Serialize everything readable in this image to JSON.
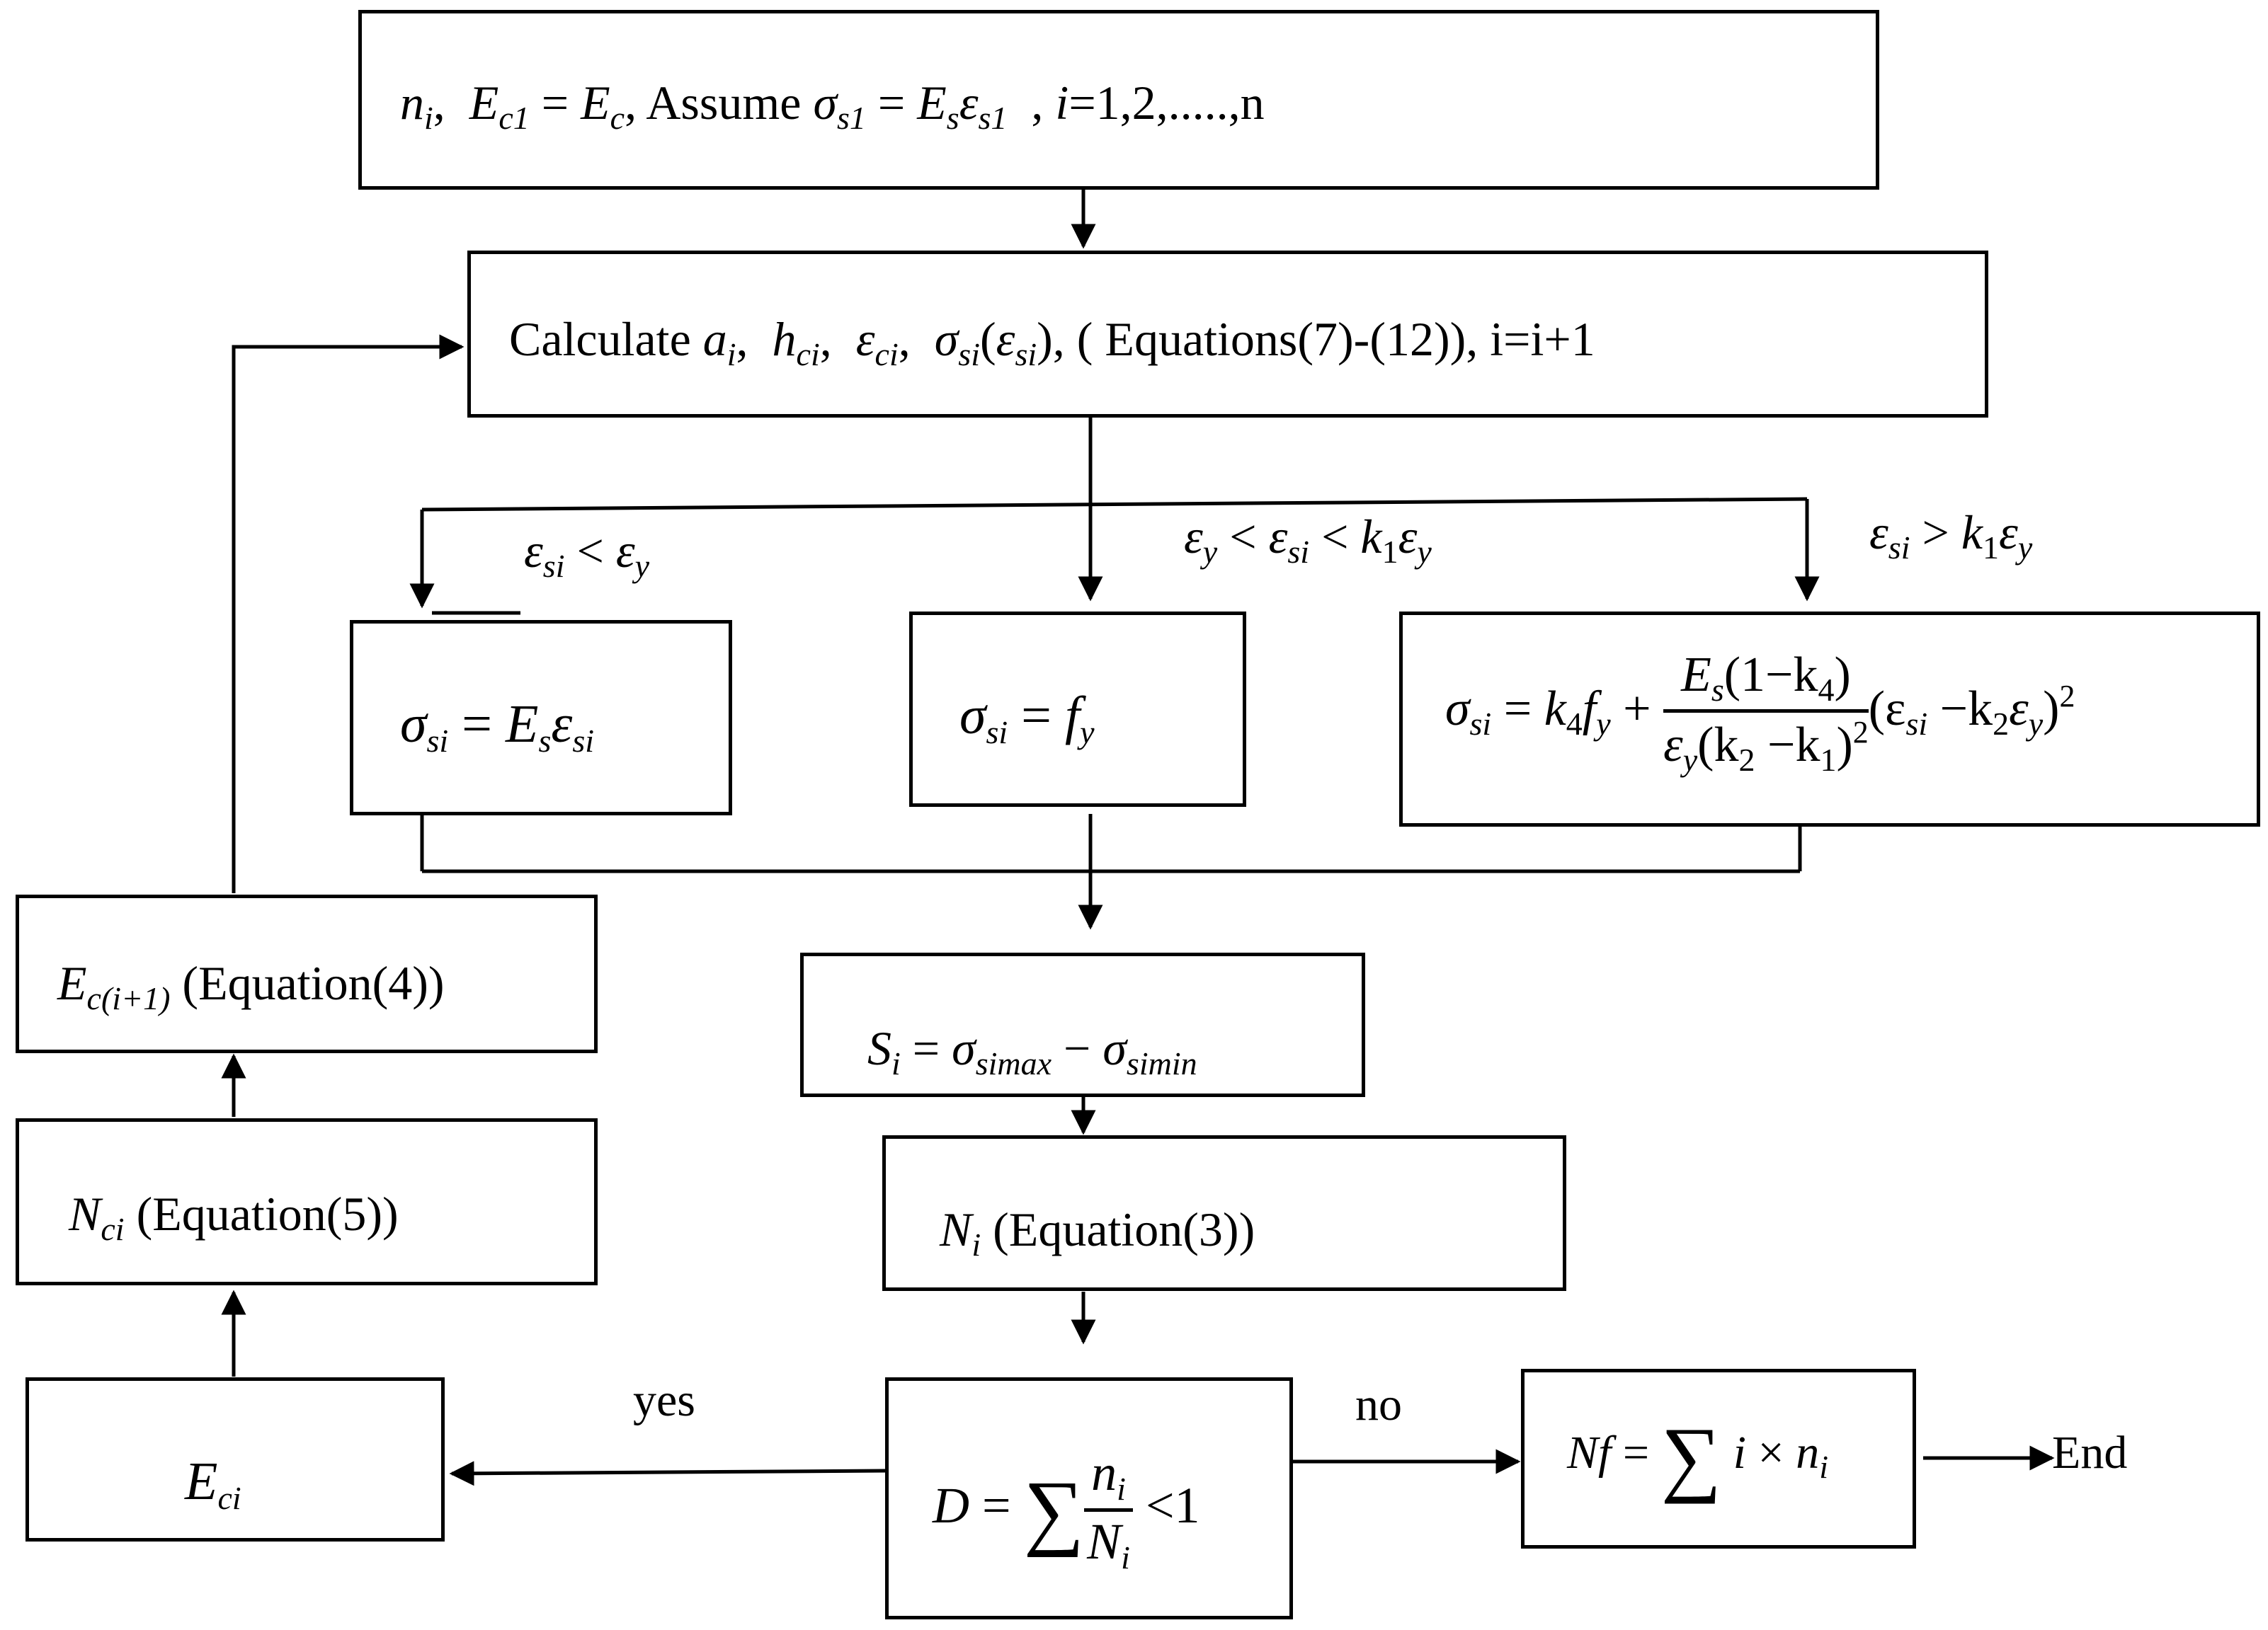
{
  "start": {
    "ni": "n",
    "ni_sub": "i",
    "ec1": "E",
    "ec1_sub": "c1",
    "eq1": " = ",
    "ec": "E",
    "ec_sub": "c",
    "assume": ", Assume ",
    "sig": "σ",
    "sig_sub": "s1",
    "eq2": " = ",
    "es": "E",
    "es_sub": "s",
    "eps": "ε",
    "eps_sub": "s1",
    "tail_i": "i",
    "tail": "=1,2,.....,n"
  },
  "calc": {
    "prefix": "Calculate ",
    "a": "a",
    "a_sub": "i",
    "h": "h",
    "h_sub": "ci",
    "e": "ε",
    "e_sub": "ci",
    "s": "σ",
    "s_sub": "si",
    "paren_eps": "ε",
    "paren_eps_sub": "si",
    "suffix": ", ( Equations(7)-(12)), i=i+1"
  },
  "conditions": {
    "left": {
      "a": "ε",
      "a_sub": "si",
      "op": " < ",
      "b": "ε",
      "b_sub": "y"
    },
    "middle": {
      "a": "ε",
      "a_sub": "y",
      "op1": " < ",
      "b": "ε",
      "b_sub": "si",
      "op2": " < ",
      "k": "k",
      "k_sub": "1",
      "c": "ε",
      "c_sub": "y"
    },
    "right": {
      "a": "ε",
      "a_sub": "si",
      "op": " > ",
      "k": "k",
      "k_sub": "1",
      "b": "ε",
      "b_sub": "y"
    }
  },
  "boxes": {
    "elastic": {
      "s": "σ",
      "s_sub": "si",
      "eq": " = ",
      "e": "E",
      "e_sub": "s",
      "eps": "ε",
      "eps_sub": "si"
    },
    "yield": {
      "s": "σ",
      "s_sub": "si",
      "eq": " = ",
      "f": "f",
      "f_sub": "y"
    },
    "hardening": {
      "s": "σ",
      "s_sub": "si",
      "eq": " = ",
      "k4": "k",
      "k4_sub": "4",
      "f": "f",
      "f_sub": "y",
      "plus": " + ",
      "num_E": "E",
      "num_E_sub": "s",
      "num_rest": "(1−k",
      "num_rest_sub": "4",
      "num_close": ")",
      "den_eps": "ε",
      "den_eps_sub": "y",
      "den_rest": "(k",
      "den_k2_sub": "2",
      "den_minus": " −k",
      "den_k1_sub": "1",
      "den_close": ")",
      "den_sup": "2",
      "tail_open": "(ε",
      "tail_sub": "si",
      "tail_minus": " −k",
      "tail_k2_sub": "2",
      "tail_eps": "ε",
      "tail_eps_sub": "y",
      "tail_close": ")",
      "tail_sup": "2"
    },
    "range": {
      "s": "S",
      "s_sub": "i",
      "eq": " = ",
      "max": "σ",
      "max_sub": "simax",
      "minus": " − ",
      "min": "σ",
      "min_sub": "simin"
    },
    "ni": {
      "n": "N",
      "n_sub": "i",
      "label": "  (Equation(3))"
    },
    "damage": {
      "d": "D",
      "eq": " = ",
      "sum": "∑",
      "num": "n",
      "num_sub": "i",
      "den": "N",
      "den_sub": "i",
      "lt": " <1"
    },
    "nf": {
      "nf": "Nf",
      "eq": " = ",
      "sum": "∑",
      "i": "i",
      "times": " × ",
      "n": "n",
      "n_sub": "i"
    },
    "eci": {
      "e": "E",
      "e_sub": "ci"
    },
    "nci": {
      "n": "N",
      "n_sub": "ci",
      "label": "  (Equation(5))"
    },
    "ecnext": {
      "e": "E",
      "e_sub": "c(i+1)",
      "label": "  (Equation(4))"
    }
  },
  "labels": {
    "yes": "yes",
    "no": "no",
    "end": "End"
  }
}
